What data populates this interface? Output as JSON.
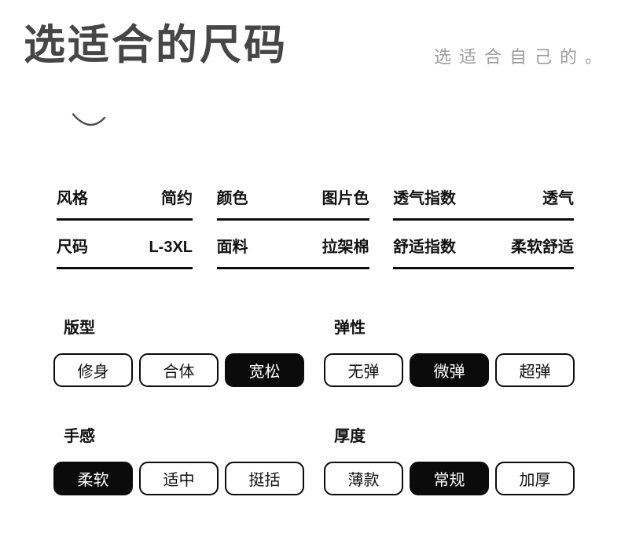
{
  "header": {
    "title": "选适合的尺码",
    "subtitle": "选适合自己的。"
  },
  "specs": {
    "columns": [
      {
        "cells": [
          {
            "label": "风格",
            "value": "简约"
          },
          {
            "label": "尺码",
            "value": "L-3XL"
          }
        ]
      },
      {
        "cells": [
          {
            "label": "颜色",
            "value": "图片色"
          },
          {
            "label": "面料",
            "value": "拉架棉"
          }
        ]
      },
      {
        "cells": [
          {
            "label": "透气指数",
            "value": "透气"
          },
          {
            "label": "舒适指数",
            "value": "柔软舒适"
          }
        ]
      }
    ]
  },
  "groups": [
    {
      "label": "版型",
      "options": [
        {
          "text": "修身",
          "selected": false
        },
        {
          "text": "合体",
          "selected": false
        },
        {
          "text": "宽松",
          "selected": true
        }
      ]
    },
    {
      "label": "弹性",
      "options": [
        {
          "text": "无弹",
          "selected": false
        },
        {
          "text": "微弹",
          "selected": true
        },
        {
          "text": "超弹",
          "selected": false
        }
      ]
    },
    {
      "label": "手感",
      "options": [
        {
          "text": "柔软",
          "selected": true
        },
        {
          "text": "适中",
          "selected": false
        },
        {
          "text": "挺括",
          "selected": false
        }
      ]
    },
    {
      "label": "厚度",
      "options": [
        {
          "text": "薄款",
          "selected": false
        },
        {
          "text": "常规",
          "selected": true
        },
        {
          "text": "加厚",
          "selected": false
        }
      ]
    }
  ],
  "colors": {
    "heading": "#464646",
    "subtitle": "#9d9d9d",
    "text": "#111111",
    "underline": "#0d0d0d",
    "selected_bg": "#0b0b0b",
    "selected_text": "#ffffff",
    "background": "#ffffff"
  }
}
